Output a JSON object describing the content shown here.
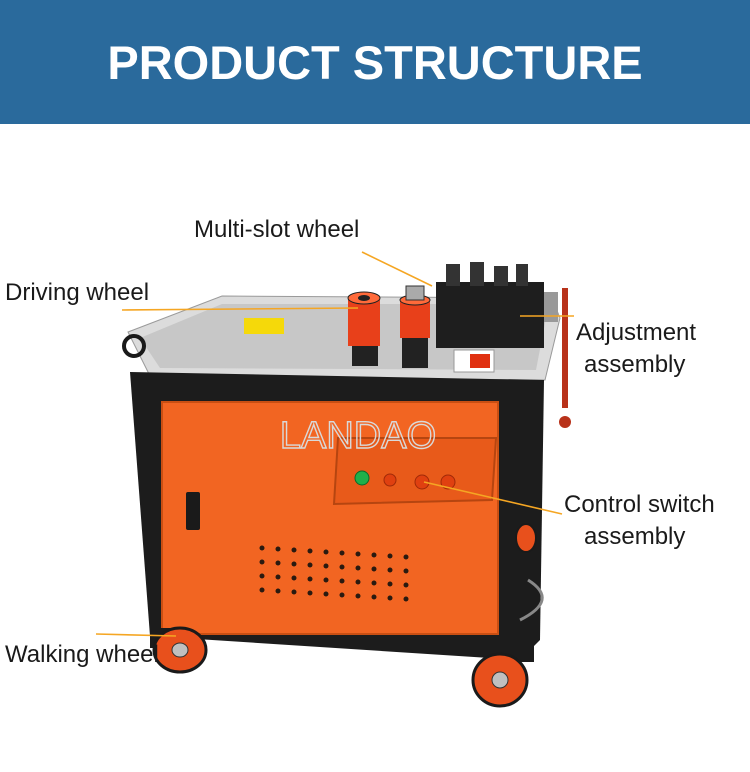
{
  "banner": {
    "title": "PRODUCT STRUCTURE",
    "background_color": "#2a6a9c"
  },
  "image": {
    "subject": "rebar bending machine",
    "watermark": "LANDAO",
    "body_color": "#f26522",
    "frame_color": "#1c1c1c"
  },
  "callouts": {
    "multi_slot_wheel": "Multi-slot wheel",
    "driving_wheel": "Driving wheel",
    "adjustment_line1": "Adjustment",
    "adjustment_line2": "assembly",
    "control_line1": "Control switch",
    "control_line2": "assembly",
    "walking_wheel": "Walking wheel"
  },
  "leader_color": "#f5a623"
}
